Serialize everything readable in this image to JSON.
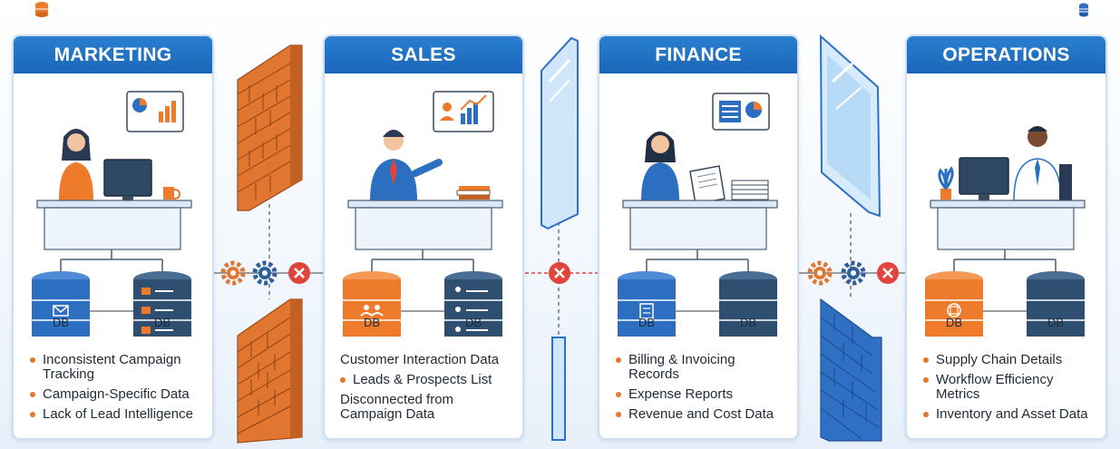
{
  "panels": [
    {
      "title": "MARKETING",
      "db_left": "DB",
      "db_right": "DB",
      "bullets": [
        "Inconsistent Campaign Tracking",
        "Campaign-Specific Data",
        "Lack of Lead Intelligence"
      ],
      "bullet_style": "dot"
    },
    {
      "title": "SALES",
      "db_left": "DB",
      "db_right": "DB",
      "bullets": [
        "Customer Interaction Data",
        "Leads & Prospects List",
        "Disconnected from Campaign Data"
      ],
      "bullet_style": "mixed"
    },
    {
      "title": "FINANCE",
      "db_left": "DB",
      "db_right": "DB",
      "bullets": [
        "Billing & Invoicing Records",
        "Expense Reports",
        "Revenue and Cost Data"
      ],
      "bullet_style": "dot"
    },
    {
      "title": "OPERATIONS",
      "db_left": "DB",
      "db_right": "DB",
      "bullets": [
        "Supply Chain Details",
        "Workflow Efficiency Metrics",
        "Inventory and Asset Data"
      ],
      "bullet_style": "dot"
    }
  ],
  "barriers": [
    {
      "type": "brick-wall",
      "color": "#e0762f"
    },
    {
      "type": "glass-panel",
      "color": "#cfe6fb"
    },
    {
      "type": "glass-blue-wall",
      "color": "#2f6fc4"
    }
  ],
  "icons": {
    "database": "database-icon",
    "gear": "gear-icon",
    "broken-link": "broken-x-icon"
  },
  "colors": {
    "header_blue": "#1f6fc3",
    "db_orange": "#ee7a2c",
    "db_blue": "#2c6fc0",
    "db_navy": "#2f4f70",
    "error_red": "#e0443a"
  }
}
